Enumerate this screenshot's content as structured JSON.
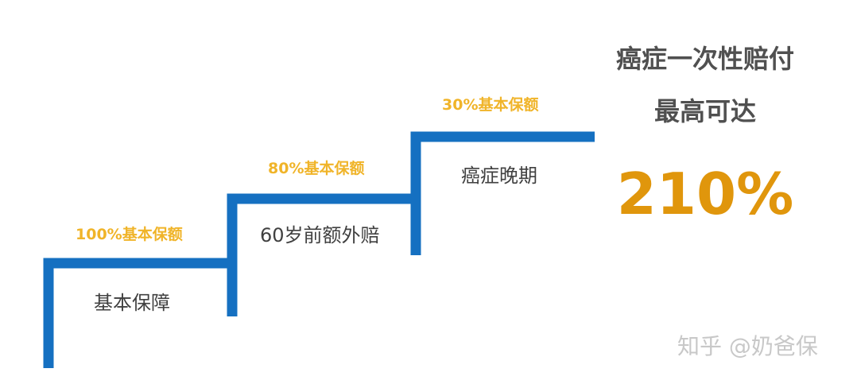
{
  "colors": {
    "stair_line": "#1570c1",
    "percent_text": "#f0b429",
    "description_text": "#404040",
    "headline_text": "#505050",
    "total_text": "#e0960c",
    "watermark_text": "#c8c8c8"
  },
  "steps": [
    {
      "percent_label": "100%基本保额",
      "description": "基本保障"
    },
    {
      "percent_label": "80%基本保额",
      "description": "60岁前额外赔"
    },
    {
      "percent_label": "30%基本保额",
      "description": "癌症晚期"
    }
  ],
  "summary": {
    "line1": "癌症一次性赔付",
    "line2": "最高可达",
    "total": "210%"
  },
  "watermark": "知乎 @奶爸保"
}
